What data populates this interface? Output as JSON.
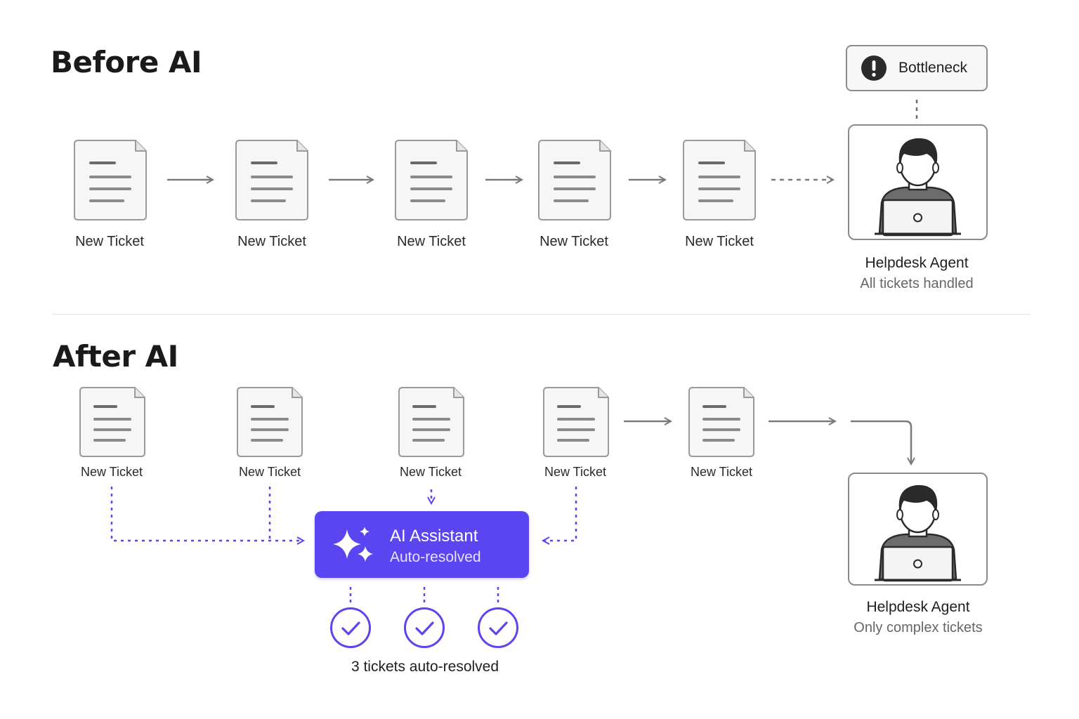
{
  "before": {
    "heading": "Before AI",
    "tickets": [
      "New Ticket",
      "New Ticket",
      "New Ticket",
      "New Ticket",
      "New Ticket"
    ],
    "bottleneck": {
      "label": "Bottleneck",
      "icon": "exclamation-icon"
    },
    "agent": {
      "title": "Helpdesk Agent",
      "subtitle": "All tickets handled",
      "icon": "person-laptop-icon"
    }
  },
  "after": {
    "heading": "After AI",
    "tickets": [
      "New Ticket",
      "New Ticket",
      "New Ticket",
      "New Ticket",
      "New Ticket"
    ],
    "ai_assistant": {
      "title": "AI Assistant",
      "subtitle": "Auto-resolved",
      "icon": "sparkles-icon"
    },
    "resolved_label": "3 tickets auto-resolved",
    "agent": {
      "title": "Helpdesk Agent",
      "subtitle": "Only complex tickets",
      "icon": "person-laptop-icon"
    }
  },
  "colors": {
    "accent": "#5b45f0",
    "ink": "#1a1a1a",
    "line_gray": "#7a7a7a",
    "doc_border": "#9a9a9a",
    "doc_fill": "#f6f6f6",
    "muted_text": "#666666"
  }
}
